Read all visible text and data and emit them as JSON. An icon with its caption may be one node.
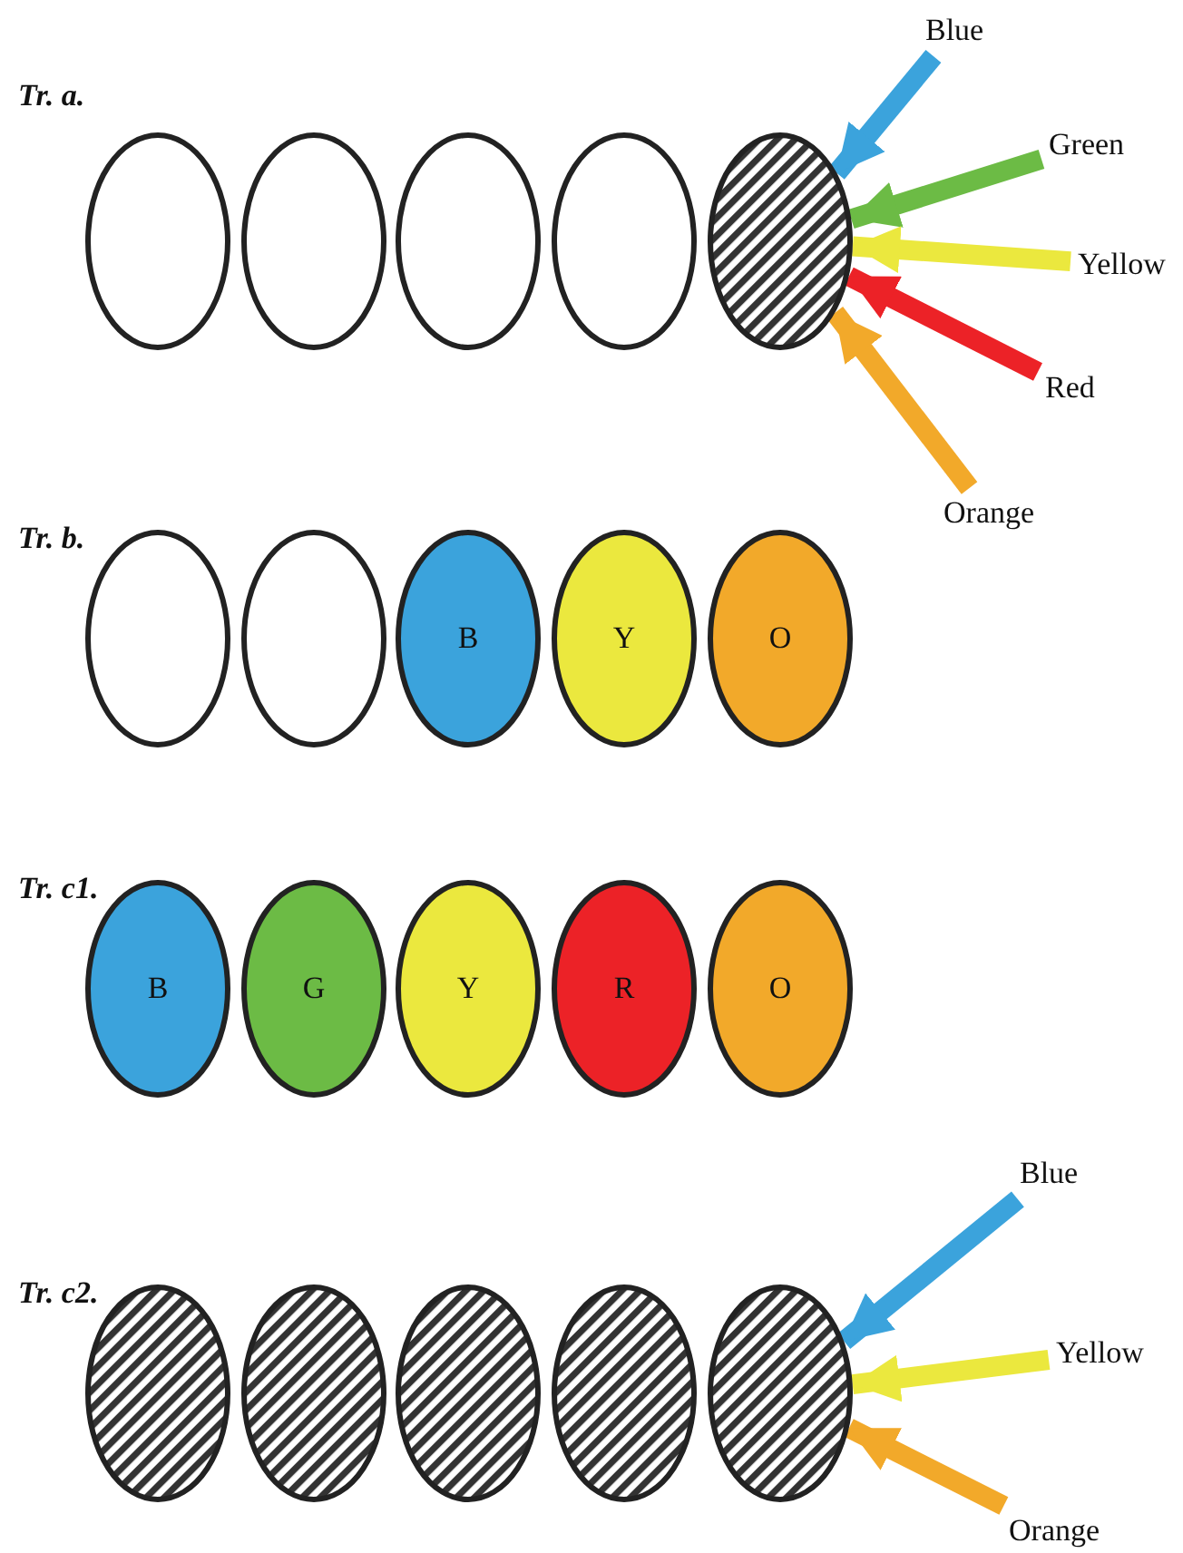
{
  "diagram": {
    "nodes": [
      {
        "text": [],
        "shape": "ellipse"
      },
      {
        "text": [],
        "shape": "ellipse"
      },
      {
        "text": [],
        "shape": "ellipse"
      },
      {
        "text": [],
        "shape": "ellipse"
      },
      {
        "text": [],
        "shape": "ellipse"
      },
      {
        "text": [
          "Blue"
        ]
      },
      {
        "text": [
          "Green"
        ]
      },
      {
        "text": [
          "Yellow"
        ]
      },
      {
        "text": [
          "Red"
        ]
      },
      {
        "text": [
          "Orange"
        ]
      },
      {
        "text": [],
        "shape": "ellipse"
      },
      {
        "text": [],
        "shape": "ellipse"
      },
      {
        "text": [
          "B"
        ]
      },
      {
        "text": [
          "Y"
        ]
      },
      {
        "text": [
          "O"
        ]
      },
      {
        "text": [
          "B"
        ]
      },
      {
        "text": [
          "G"
        ]
      },
      {
        "text": [
          "Y"
        ]
      },
      {
        "text": [
          "R"
        ]
      },
      {
        "text": [
          "O"
        ]
      },
      {
        "text": [],
        "shape": "ellipse"
      },
      {
        "text": [],
        "shape": "ellipse"
      },
      {
        "text": [],
        "shape": "ellipse"
      },
      {
        "text": [],
        "shape": "ellipse"
      },
      {
        "text": [],
        "shape": "ellipse"
      },
      {
        "text": [
          "Blue"
        ]
      },
      {
        "text": [
          "Yellow"
        ]
      },
      {
        "text": [
          "Orange"
        ]
      }
    ],
    "edges": [
      {
        "from": 5,
        "to": 4,
        "arrow": "to",
        "color": "#3ba3dc"
      },
      {
        "from": 6,
        "to": 4,
        "arrow": "to",
        "color": "#6cbb45"
      },
      {
        "from": 7,
        "to": 4,
        "arrow": "to",
        "color": "#ebe83e"
      },
      {
        "from": 8,
        "to": 4,
        "arrow": "to",
        "color": "#ec2227"
      },
      {
        "from": 9,
        "to": 4,
        "arrow": "to",
        "color": "#f2a92a"
      },
      {
        "from": 25,
        "to": 24,
        "arrow": "to",
        "color": "#3ba3dc"
      },
      {
        "from": 26,
        "to": 24,
        "arrow": "to",
        "color": "#ebe83e"
      },
      {
        "from": 27,
        "to": 24,
        "arrow": "to",
        "color": "#f2a92a"
      }
    ],
    "labels": [
      "Tr. a.",
      "Tr. b.",
      "Tr. c1.",
      "Tr. c2."
    ]
  }
}
